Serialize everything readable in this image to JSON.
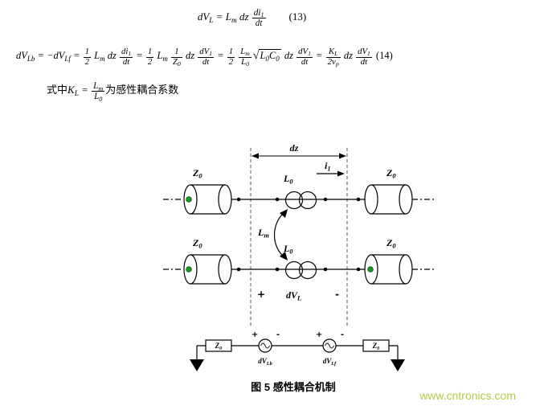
{
  "equations": {
    "eq13": {
      "tokens": [
        {
          "txt": "dV_L = L_m dz "
        },
        {
          "frac": [
            "di_1",
            "dt"
          ]
        }
      ],
      "number": "(13)"
    },
    "eq14": {
      "tokens": [
        {
          "txt": "dV_{Lb} = −dV_{Lf} = "
        },
        {
          "frac": [
            "1",
            "2"
          ]
        },
        {
          "txt": " L_m dz "
        },
        {
          "frac": [
            "di_1",
            "dt"
          ]
        },
        {
          "txt": " = "
        },
        {
          "frac": [
            "1",
            "2"
          ]
        },
        {
          "txt": " L_m "
        },
        {
          "frac": [
            "1",
            "Z_0"
          ]
        },
        {
          "txt": " dz "
        },
        {
          "frac": [
            "dV_1",
            "dt"
          ]
        },
        {
          "txt": " = "
        },
        {
          "frac": [
            "1",
            "2"
          ]
        },
        {
          "txt": " "
        },
        {
          "frac": [
            "L_m",
            "L_0"
          ]
        },
        {
          "sqrt": "L_0C_0"
        },
        {
          "txt": " dz "
        },
        {
          "frac": [
            "dV_1",
            "dt"
          ]
        },
        {
          "txt": " = "
        },
        {
          "frac": [
            "K_L",
            "2v_p"
          ]
        },
        {
          "txt": " dz "
        },
        {
          "frac": [
            "dV_1",
            "dt"
          ]
        }
      ],
      "number": "(14)"
    },
    "note": {
      "tokens": [
        {
          "txt": "式中",
          "up": true
        },
        {
          "txt": "K_L = "
        },
        {
          "frac": [
            "L_m",
            "L_0"
          ]
        },
        {
          "txt": "为感性耦合系数",
          "up": true
        }
      ]
    }
  },
  "figure": {
    "labels": {
      "dz": "dz",
      "i": "i",
      "i_sub": "1",
      "L": "L",
      "L0_sub": "0",
      "Lm_sub": "m",
      "Z": "Z",
      "Z0_sub": "0",
      "dV": "dV",
      "dVL_sub": "L",
      "dVLb_sub": "Lb",
      "dVLf_sub": "Lf",
      "plus": "+",
      "minus": "-"
    },
    "caption": "图 5 感性耦合机制",
    "watermark": "www.cntronics.com"
  }
}
